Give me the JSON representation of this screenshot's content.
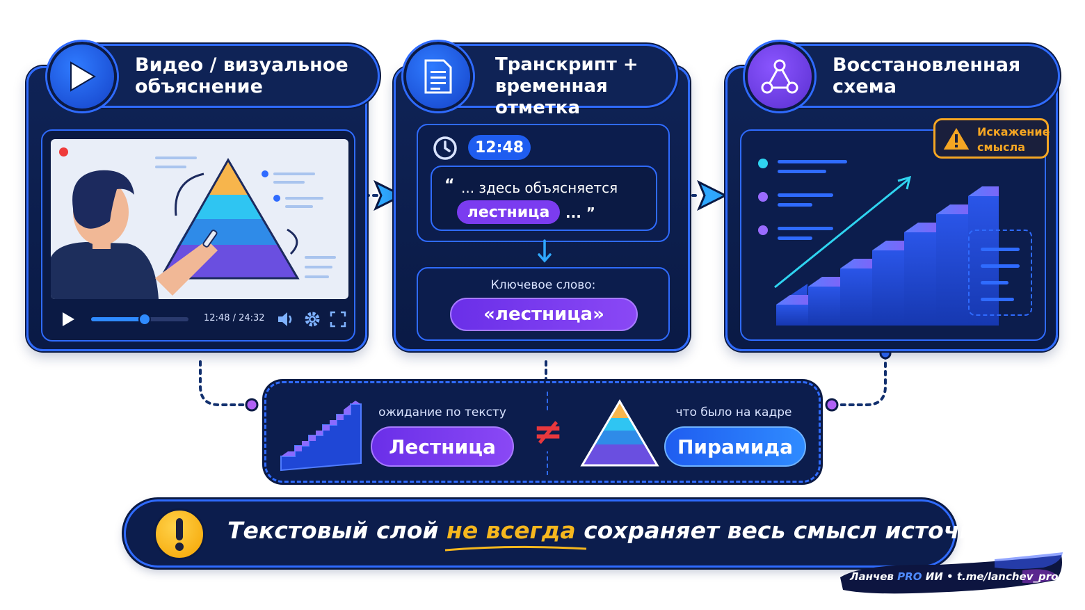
{
  "cards": [
    {
      "title": "Видео / визуальное\nобъяснение",
      "icon": "play-icon"
    },
    {
      "title": "Транскрипт +\nвременная отметка",
      "icon": "document-icon"
    },
    {
      "title": "Восстановленная\nсхема",
      "icon": "graph-nodes-icon"
    }
  ],
  "video": {
    "time_display": "12:48 / 24:32",
    "progress": 0.55
  },
  "transcript": {
    "timestamp": "12:48",
    "quote_open": "“",
    "quote_text": "... здесь объясняется",
    "highlight_word": "лестница",
    "quote_tail": "... ”",
    "keyword_label": "Ключевое слово:",
    "keyword_value": "«лестница»"
  },
  "schema": {
    "warning_text": "Искажение\nсмысла",
    "bullet_colors": [
      "#2fd4f0",
      "#9a6bff",
      "#9a6bff"
    ]
  },
  "comparison": {
    "left_caption": "ожидание по тексту",
    "left_value": "Лестница",
    "not_equal": "≠",
    "right_caption": "что было на кадре",
    "right_value": "Пирамида"
  },
  "banner": {
    "part1": "Текстовый слой",
    "highlight": "не всегда",
    "part2": "сохраняет весь смысл источника"
  },
  "watermark": {
    "author": "Ланчев",
    "pro": "PRO",
    "ai": "ИИ",
    "dot": "•",
    "channel": "t.me/lanchev_pro_ai"
  },
  "colors": {
    "accent_blue": "#2f6bff",
    "accent_purple": "#7b3cf0",
    "accent_cyan": "#2fd4f0",
    "warning_orange": "#f5a623",
    "not_equal_red": "#e8383d",
    "highlight_yellow": "#f6b71e"
  }
}
